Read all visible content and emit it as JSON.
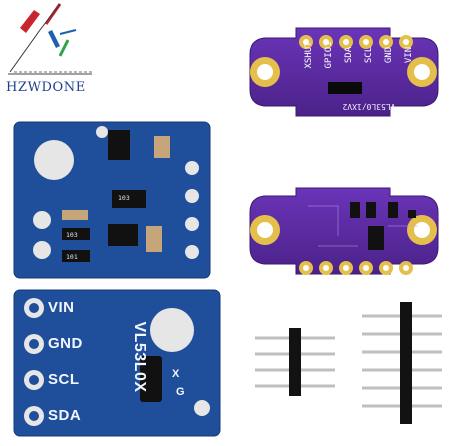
{
  "logo": {
    "brand": "HZWDONE",
    "icon": "hzwdone-logo-icon"
  },
  "purple_board": {
    "pin_labels": [
      "VIN",
      "GND",
      "SCL",
      "SDA",
      "GPIO1",
      "XSHUT"
    ],
    "part_label": "VL53L0/1XV2"
  },
  "blue_board": {
    "pin_labels": [
      "VIN",
      "GND",
      "SCL",
      "SDA"
    ],
    "model_label": "VL53L0X",
    "extra_labels": [
      "X",
      "G"
    ],
    "chip_codes": [
      "103",
      "103",
      "101"
    ]
  },
  "colors": {
    "purple_pcb": "#5b2aa3",
    "blue_pcb": "#1f4f9a",
    "gold_pad": "#e5bf4c",
    "header_black": "#121212",
    "header_pin": "#bfbfbf"
  }
}
